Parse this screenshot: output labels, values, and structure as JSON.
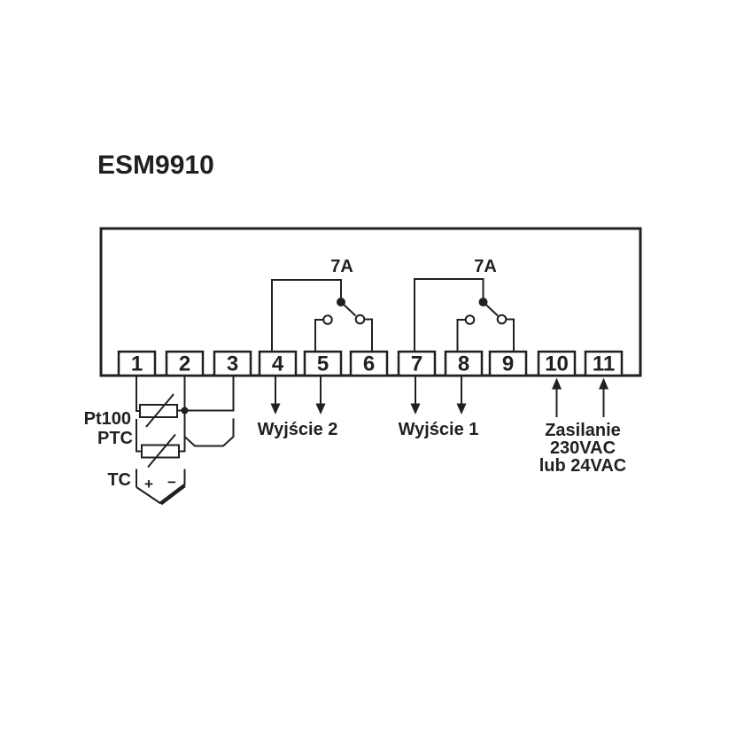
{
  "title": "ESM9910",
  "device": {
    "terminals": [
      "1",
      "2",
      "3",
      "4",
      "5",
      "6",
      "7",
      "8",
      "9",
      "10",
      "11"
    ]
  },
  "relays": [
    {
      "rating": "7A"
    },
    {
      "rating": "7A"
    }
  ],
  "outputs": [
    {
      "label": "Wyjście 2"
    },
    {
      "label": "Wyjście 1"
    }
  ],
  "power": {
    "line1": "Zasilanie",
    "line2": "230VAC",
    "line3": "lub 24VAC"
  },
  "sensors": {
    "rtd_label": "Pt100",
    "ptc_label": "PTC",
    "tc_label": "TC",
    "tc_plus": "+",
    "tc_minus": "−"
  },
  "colors": {
    "ink": "#231f20",
    "background": "#ffffff"
  }
}
